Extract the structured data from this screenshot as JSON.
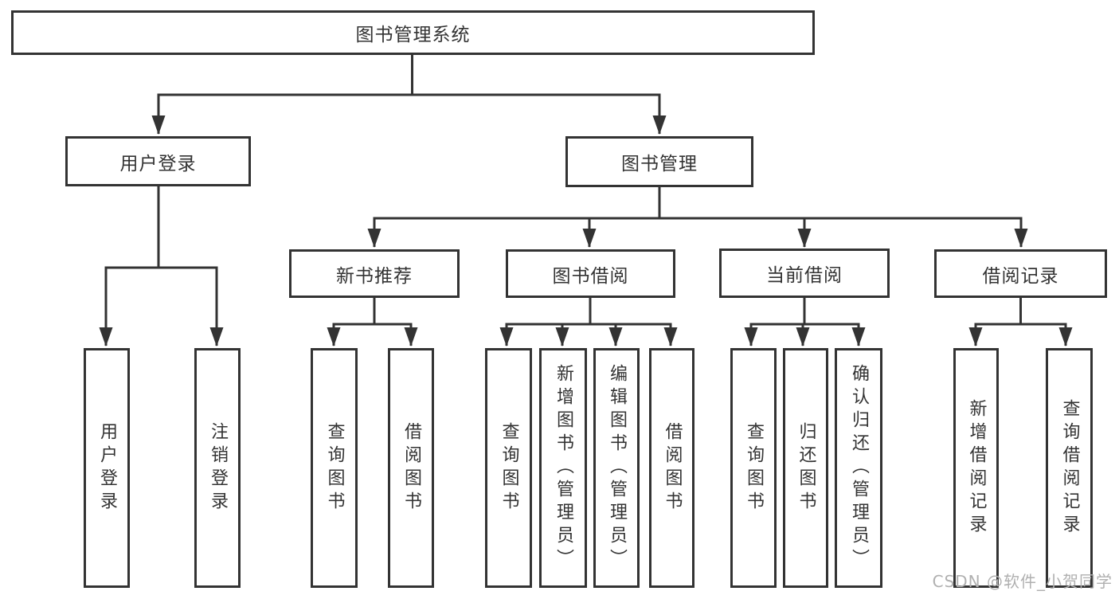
{
  "tree": {
    "label": "图书管理系统",
    "children": [
      {
        "label": "用户登录",
        "children": [
          {
            "label": "用户登录"
          },
          {
            "label": "注销登录"
          }
        ]
      },
      {
        "label": "图书管理",
        "children": [
          {
            "label": "新书推荐",
            "children": [
              {
                "label": "查询图书"
              },
              {
                "label": "借阅图书"
              }
            ]
          },
          {
            "label": "图书借阅",
            "children": [
              {
                "label": "查询图书"
              },
              {
                "label": "新增图书（管理员）"
              },
              {
                "label": "编辑图书（管理员）"
              },
              {
                "label": "借阅图书"
              }
            ]
          },
          {
            "label": "当前借阅",
            "children": [
              {
                "label": "查询图书"
              },
              {
                "label": "归还图书"
              },
              {
                "label": "确认归还（管理员）"
              }
            ]
          },
          {
            "label": "借阅记录",
            "children": [
              {
                "label": "新增借阅记录"
              },
              {
                "label": "查询借阅记录"
              }
            ]
          }
        ]
      }
    ]
  },
  "watermark": "CSDN @软件_小贺同学",
  "colors": {
    "line": "#333333",
    "text": "#333333",
    "node_background": "#ffffff",
    "watermark": "#b0b0b0",
    "background": "#ffffff"
  }
}
